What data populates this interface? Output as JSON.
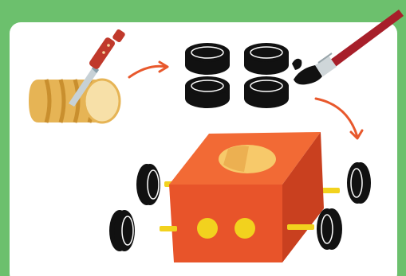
{
  "illustration": {
    "steps": [
      {
        "id": "cut-log",
        "icon": "knife-icon"
      },
      {
        "id": "paint-wheels",
        "icon": "paintbrush-icon"
      },
      {
        "id": "assemble-car",
        "icon": "toy-car-icon"
      }
    ],
    "colors": {
      "background": "#6cc06d",
      "card": "#ffffff",
      "arrow": "#e8582c",
      "box_front": "#e8542a",
      "box_side": "#c9401f",
      "box_top": "#f26a35",
      "wheel": "#111111",
      "axle": "#f2d21e",
      "log": "#e6b455",
      "log_end": "#f7e0a8",
      "knife_handle": "#c0392b",
      "brush_handle": "#a71f2a"
    }
  }
}
